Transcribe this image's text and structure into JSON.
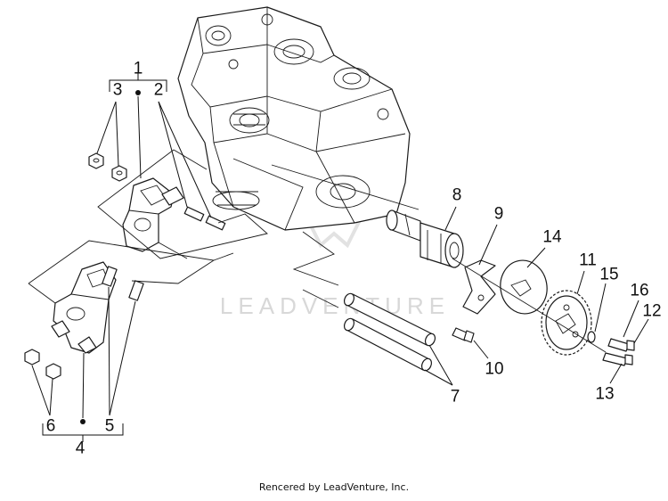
{
  "diagram": {
    "callouts": [
      "1",
      "2",
      "3",
      "4",
      "5",
      "6",
      "7",
      "8",
      "9",
      "10",
      "11",
      "12",
      "13",
      "14",
      "15",
      "16"
    ],
    "watermark": "LEADVENTURE"
  },
  "footer": {
    "text": "Rencered by LeadVenture, Inc."
  }
}
